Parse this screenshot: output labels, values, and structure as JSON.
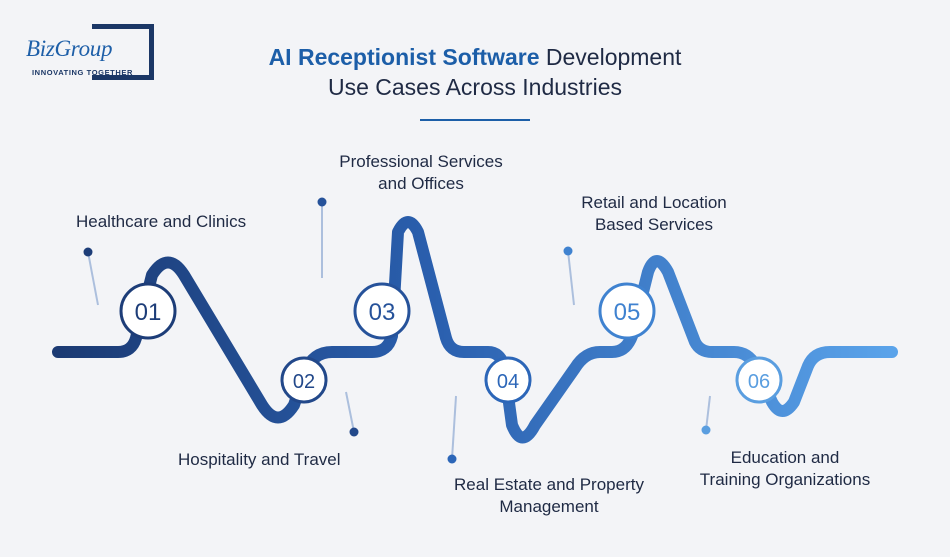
{
  "logo": {
    "wordmark": "BizGroup",
    "tagline": "INNOVATING TOGETHER"
  },
  "title": {
    "highlight": "AI Receptionist Software",
    "rest_line1": " Development",
    "line2": "Use Cases Across Industries"
  },
  "use_cases": [
    {
      "number": "01",
      "label_lines": [
        "Healthcare and Clinics"
      ],
      "color": "#1d3d78"
    },
    {
      "number": "02",
      "label_lines": [
        "Hospitality and Travel"
      ],
      "color": "#22488a"
    },
    {
      "number": "03",
      "label_lines": [
        "Professional Services",
        "and Offices"
      ],
      "color": "#26529a"
    },
    {
      "number": "04",
      "label_lines": [
        "Real Estate and Property",
        "Management"
      ],
      "color": "#2c66b8"
    },
    {
      "number": "05",
      "label_lines": [
        "Retail and Location",
        "Based Services"
      ],
      "color": "#3f82d0"
    },
    {
      "number": "06",
      "label_lines": [
        "Education and",
        "Training Organizations"
      ],
      "color": "#5a9ee0"
    }
  ],
  "colors": {
    "wave_start": "#1b3a73",
    "wave_end": "#5aa3ea",
    "background": "#f3f4f7",
    "accent": "#1c5ea8",
    "text": "#1f2a44"
  }
}
